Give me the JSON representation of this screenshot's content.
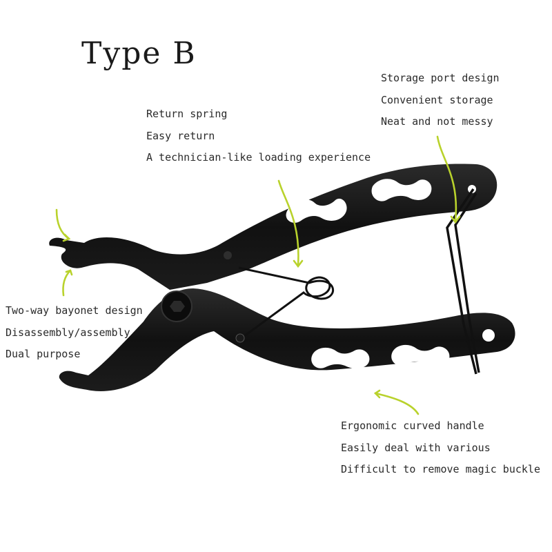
{
  "title": "Type B",
  "colors": {
    "background": "#ffffff",
    "tool_body": "#141414",
    "arrow_accent": "#b9d22c",
    "text": "#2a2a2a"
  },
  "annotations": {
    "return_spring": [
      "Return spring",
      "Easy return",
      "A technician-like loading experience"
    ],
    "storage_port": [
      "Storage port design",
      "Convenient storage",
      "Neat and not messy"
    ],
    "bayonet": [
      "Two-way bayonet design",
      "Disassembly/assembly",
      "Dual purpose"
    ],
    "handle": [
      "Ergonomic curved handle",
      "Easily deal with various",
      "Difficult to remove magic buckle"
    ]
  },
  "image": {
    "subject": "chain-pliers-tool-image",
    "icons": [
      "curved-arrow-icon"
    ]
  }
}
